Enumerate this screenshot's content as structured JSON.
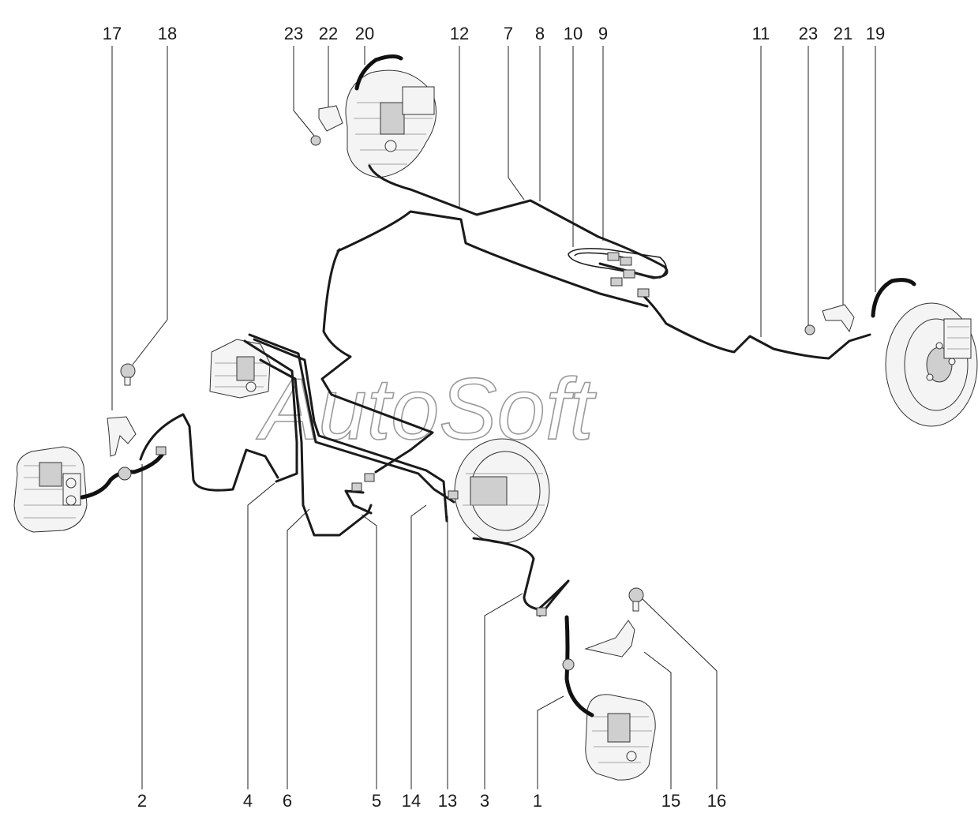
{
  "watermark": "AutoSoft",
  "callouts_top": [
    {
      "id": "17",
      "label": "17"
    },
    {
      "id": "18",
      "label": "18"
    },
    {
      "id": "23a",
      "label": "23"
    },
    {
      "id": "22",
      "label": "22"
    },
    {
      "id": "20",
      "label": "20"
    },
    {
      "id": "12",
      "label": "12"
    },
    {
      "id": "7",
      "label": "7"
    },
    {
      "id": "8",
      "label": "8"
    },
    {
      "id": "10",
      "label": "10"
    },
    {
      "id": "9",
      "label": "9"
    },
    {
      "id": "11",
      "label": "11"
    },
    {
      "id": "23b",
      "label": "23"
    },
    {
      "id": "21",
      "label": "21"
    },
    {
      "id": "19",
      "label": "19"
    }
  ],
  "callouts_bottom": [
    {
      "id": "2",
      "label": "2"
    },
    {
      "id": "4",
      "label": "4"
    },
    {
      "id": "6",
      "label": "6"
    },
    {
      "id": "5",
      "label": "5"
    },
    {
      "id": "14",
      "label": "14"
    },
    {
      "id": "13",
      "label": "13"
    },
    {
      "id": "3",
      "label": "3"
    },
    {
      "id": "1",
      "label": "1"
    },
    {
      "id": "15",
      "label": "15"
    },
    {
      "id": "16",
      "label": "16"
    }
  ]
}
